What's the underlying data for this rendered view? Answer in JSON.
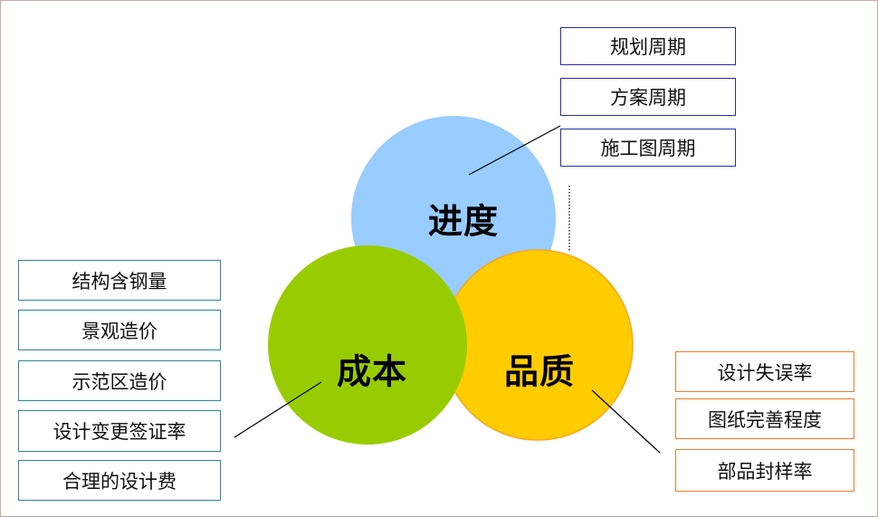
{
  "circles": {
    "schedule": {
      "label": "进度",
      "color": "#99ccff"
    },
    "cost": {
      "label": "成本",
      "color": "#99cc00"
    },
    "quality": {
      "label": "品质",
      "color": "#ffcc00",
      "stroke": "#f5a623"
    }
  },
  "schedule_items": [
    "规划周期",
    "方案周期",
    "施工图周期"
  ],
  "cost_items": [
    "结构含钢量",
    "景观造价",
    "示范区造价",
    "设计变更签证率",
    "合理的设计费"
  ],
  "quality_items": [
    "设计失误率",
    "图纸完善程度",
    "部品封样率"
  ],
  "colors": {
    "schedule_border": "#2a2ea8",
    "cost_border": "#2e8a86",
    "quality_border": "#f07a2c"
  }
}
